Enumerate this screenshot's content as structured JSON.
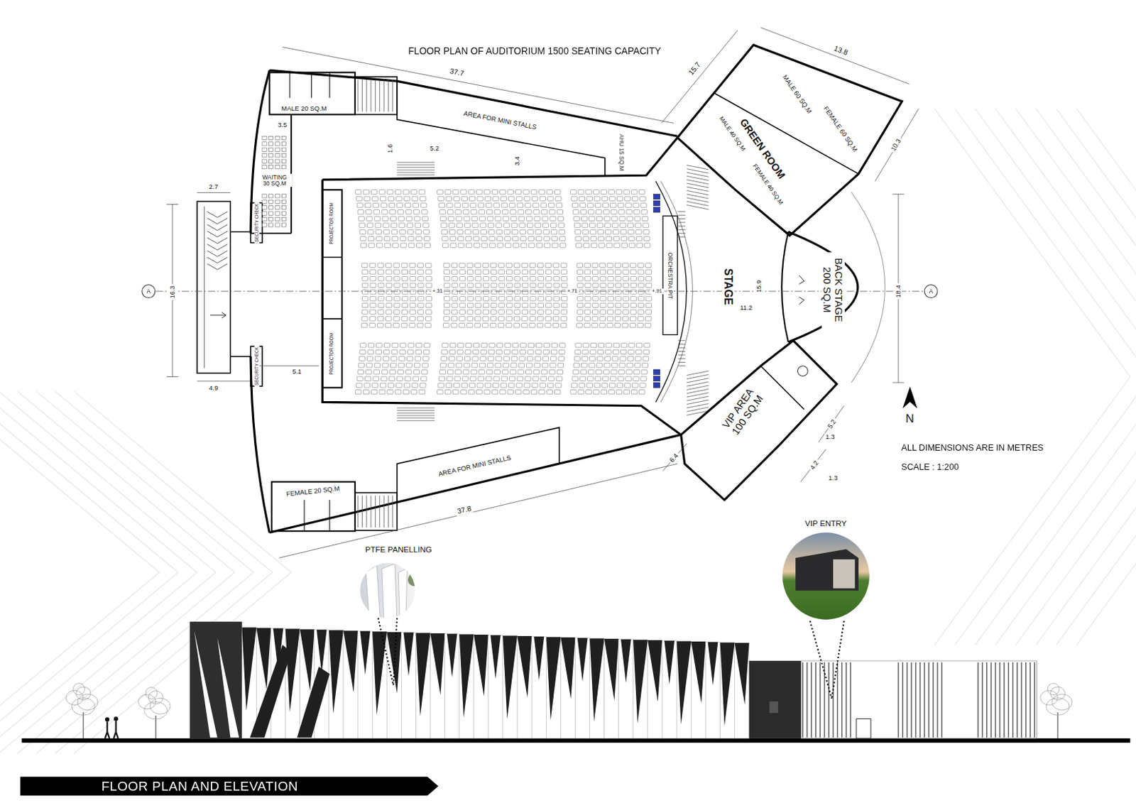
{
  "diagram": {
    "title": "FLOOR PLAN OF AUDITORIUM 1500 SEATING CAPACITY",
    "caption": "FLOOR PLAN AND ELEVATION",
    "nodes": [
      {
        "text": [
          "MALE 20 SQ.M"
        ]
      },
      {
        "text": [
          "AREA FOR MINI STALLS"
        ]
      },
      {
        "text": [
          "AHU 15 SQ.M"
        ]
      },
      {
        "text": [
          "WAITING 30 SQ.M"
        ]
      },
      {
        "text": [
          "SECURITY CHECK"
        ]
      },
      {
        "text": [
          "PROJECTOR ROOM"
        ]
      },
      {
        "text": [
          "ORCHESTRA PIT"
        ]
      },
      {
        "text": [
          "STAGE"
        ]
      },
      {
        "text": [
          "MALE 60 SQ.M"
        ]
      },
      {
        "text": [
          "FEMALE 60 SQ.M"
        ]
      },
      {
        "text": [
          "MALE 40 SQ.M"
        ]
      },
      {
        "text": [
          "FEMALE 40 SQ.M"
        ]
      },
      {
        "text": [
          "BACK STAGE 200 SQ.M"
        ]
      },
      {
        "text": [
          "PROJECTOR ROOM"
        ]
      },
      {
        "text": [
          "SECURITY CHECK"
        ]
      },
      {
        "text": [
          "VIP AREA 100 SQ.M"
        ]
      },
      {
        "text": [
          "AREA FOR MINI STALLS"
        ]
      },
      {
        "text": [
          "FEMALE 20 SQ.M"
        ]
      }
    ],
    "labels": [
      "37.7",
      "15.7",
      "13.8",
      "3.5",
      "1.6",
      "5.2",
      "3.4",
      "2.7",
      "16.3",
      "4.9",
      "5.1",
      "15.9",
      "11.2",
      "18.4",
      "10.3",
      "5.2",
      "1.3",
      "4.2",
      "1.3",
      "6.4",
      "37.8",
      "+.31",
      "+.71",
      "+.91",
      "A",
      "A",
      "N",
      "ALL DIMENSIONS ARE IN METRES",
      "SCALE : 1:200",
      "PTFE PANELLING",
      "VIP ENTRY",
      "GREEN ROOM"
    ]
  }
}
